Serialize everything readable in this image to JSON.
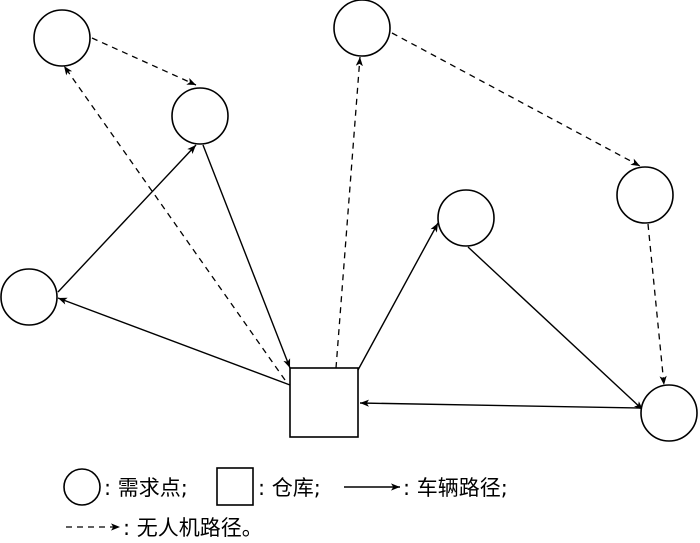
{
  "legend": {
    "demand_point": ": 需求点;",
    "depot": ": 仓库;",
    "vehicle_route": ": 车辆路径;",
    "drone_route": ": 无人机路径。"
  },
  "colors": {
    "stroke": "#000000",
    "background": "#ffffff"
  }
}
